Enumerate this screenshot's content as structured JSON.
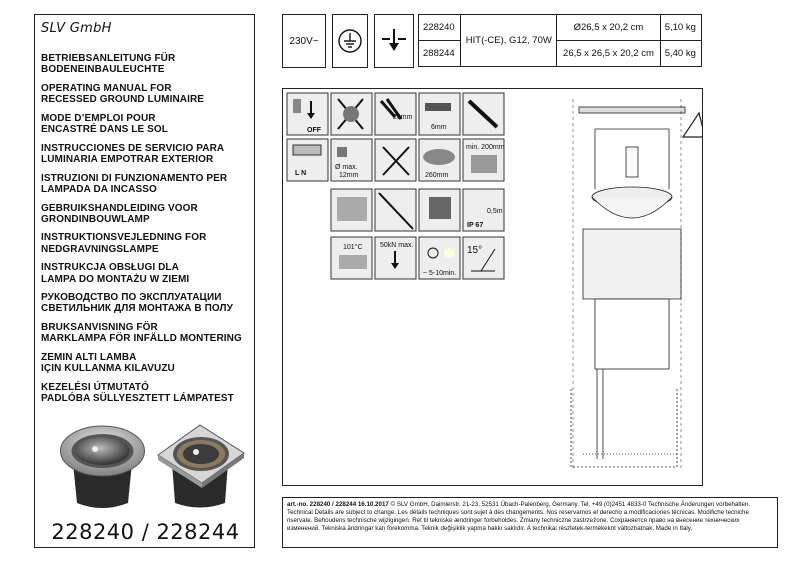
{
  "brand": "SLV GmbH",
  "titles": [
    {
      "line1": "BETRIEBSANLEITUNG FÜR",
      "line2": "BODENEINBAULEUCHTE"
    },
    {
      "line1": "OPERATING MANUAL FOR",
      "line2": "RECESSED GROUND LUMINAIRE"
    },
    {
      "line1": "MODE D’EMPLOI POUR",
      "line2": "ENCASTRÉ DANS LE SOL"
    },
    {
      "line1": "INSTRUCCIONES DE SERVICIO PARA",
      "line2": "LUMINARIA EMPOTRAR EXTERIOR"
    },
    {
      "line1": "ISTRUZIONI DI FUNZIONAMENTO PER",
      "line2": "LAMPADA DA INCASSO"
    },
    {
      "line1": "GEBRUIKSHANDLEIDING VOOR",
      "line2": "GRONDINBOUWLAMP"
    },
    {
      "line1": "INSTRUKTIONSVEJLEDNING FOR",
      "line2": "NEDGRAVNINGSLAMPE"
    },
    {
      "line1": "INSTRUKCJA OBSŁUGI DLA",
      "line2": "LAMPA DO MONTAŻU W ZIEMI"
    },
    {
      "line1": "РУКОВОДСТВО ПО ЭКСПЛУАТАЦИИ",
      "line2": "СВЕТИЛЬНИК ДЛЯ МОНТАЖА В ПОЛУ"
    },
    {
      "line1": "BRUKSANVISNING FÖR",
      "line2": "MARKLAMPA FÖR INFÄLLD MONTERING"
    },
    {
      "line1": "ZEMIN ALTI LAMBA",
      "line2": "IÇIN KULLANMA KILAVUZU"
    },
    {
      "line1": "KEZELÉSI ÚTMUTATÓ",
      "line2": "PADLÓBA SÜLLYESZTETT LÁMPATEST"
    }
  ],
  "product_numbers": "228240 / 228244",
  "specs": {
    "voltage": "230V~",
    "lamp": "HIT(-CE), G12, 70W",
    "rows": [
      {
        "art": "228240",
        "dims": "Ø26,5 x 20,2 cm",
        "weight": "5,10 kg"
      },
      {
        "art": "288244",
        "dims": "26,5 x 26,5 x 20,2 cm",
        "weight": "5,40 kg"
      }
    ]
  },
  "icons": {
    "off": "OFF",
    "mm20": "20mm",
    "mm6": "6mm",
    "lin": "L N",
    "max": "Ø    max.",
    "mm12": "12mm",
    "mm260": "260mm",
    "min200": "min. 200mm",
    "ip": "IP 67",
    "depth": "0,5m",
    "temp": "101°C",
    "load": "50kN max.",
    "time": "~ 5-10min.",
    "angle": "15°"
  },
  "footer": {
    "bold": "art.-no. 228240 / 228244    16.10.2017",
    "text": " © SLV GmbH, Daimlerstr. 21-23, 52531 Übach-Palenberg, Germany, Tel. +49 (0)2451 4833-0    Technische Änderungen vorbehalten. Technical Details are subject to change. Les détails techniques sont sujet à des changements. Nos reservamos el derecho a modificaciones técnicas. Modifiche tecniche riservate. Behoudens technische wijzigingen. Ret til tekniske ændringer forbeholdes. Zmiany techniczne zastrzeżone. Сохраняется право на внесение технических изменений. Tekniska ändringar kan förekomma. Teknik değişiklik yapma hakkı saklıdır. A technikai részletek-termékeknt változhatnak. Made in Italy."
  }
}
